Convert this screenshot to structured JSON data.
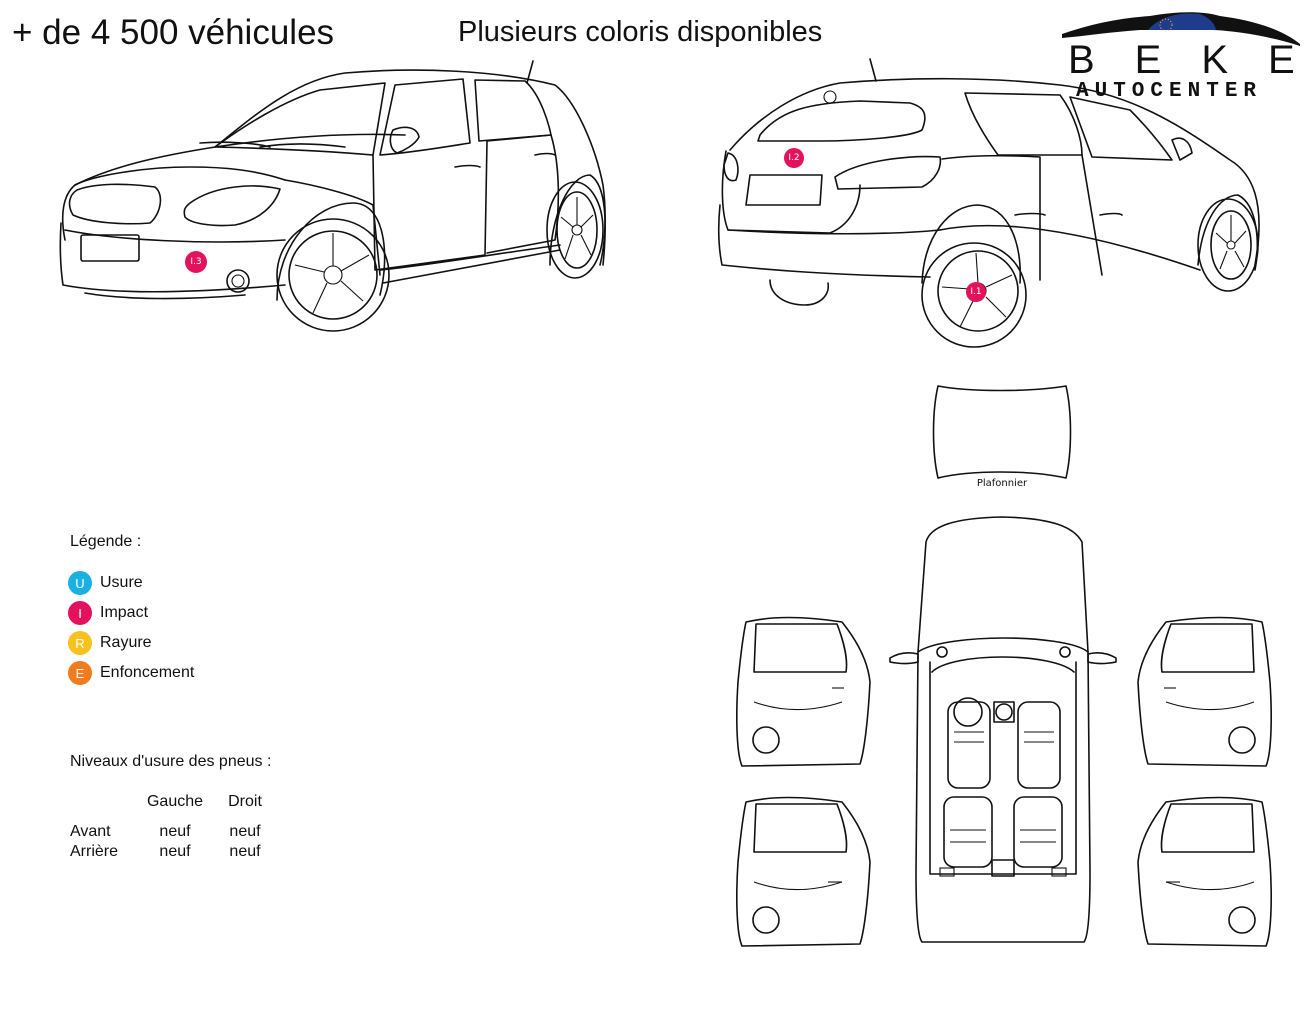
{
  "header": {
    "vehicle_count": "+ de 4 500 véhicules",
    "colors_note": "Plusieurs coloris disponibles"
  },
  "logo": {
    "brand": "BEKE",
    "subtitle": "AUTOCENTER"
  },
  "damage_markers": [
    {
      "label": "I.3",
      "type": "Impact",
      "color": "#e3125c"
    },
    {
      "label": "I.2",
      "type": "Impact",
      "color": "#e3125c"
    },
    {
      "label": "I.1",
      "type": "Impact",
      "color": "#e3125c"
    }
  ],
  "roof": {
    "label": "Plafonnier"
  },
  "legend": {
    "title": "Légende :",
    "items": [
      {
        "code": "U",
        "label": "Usure",
        "color": "#1ab0e0"
      },
      {
        "code": "I",
        "label": "Impact",
        "color": "#e3125c"
      },
      {
        "code": "R",
        "label": "Rayure",
        "color": "#f7c21c"
      },
      {
        "code": "E",
        "label": "Enfoncement",
        "color": "#f07c1e"
      }
    ]
  },
  "tires": {
    "title": "Niveaux d'usure des pneus :",
    "columns": [
      "",
      "Gauche",
      "Droit"
    ],
    "rows": [
      {
        "position": "Avant",
        "left": "neuf",
        "right": "neuf"
      },
      {
        "position": "Arrière",
        "left": "neuf",
        "right": "neuf"
      }
    ]
  }
}
